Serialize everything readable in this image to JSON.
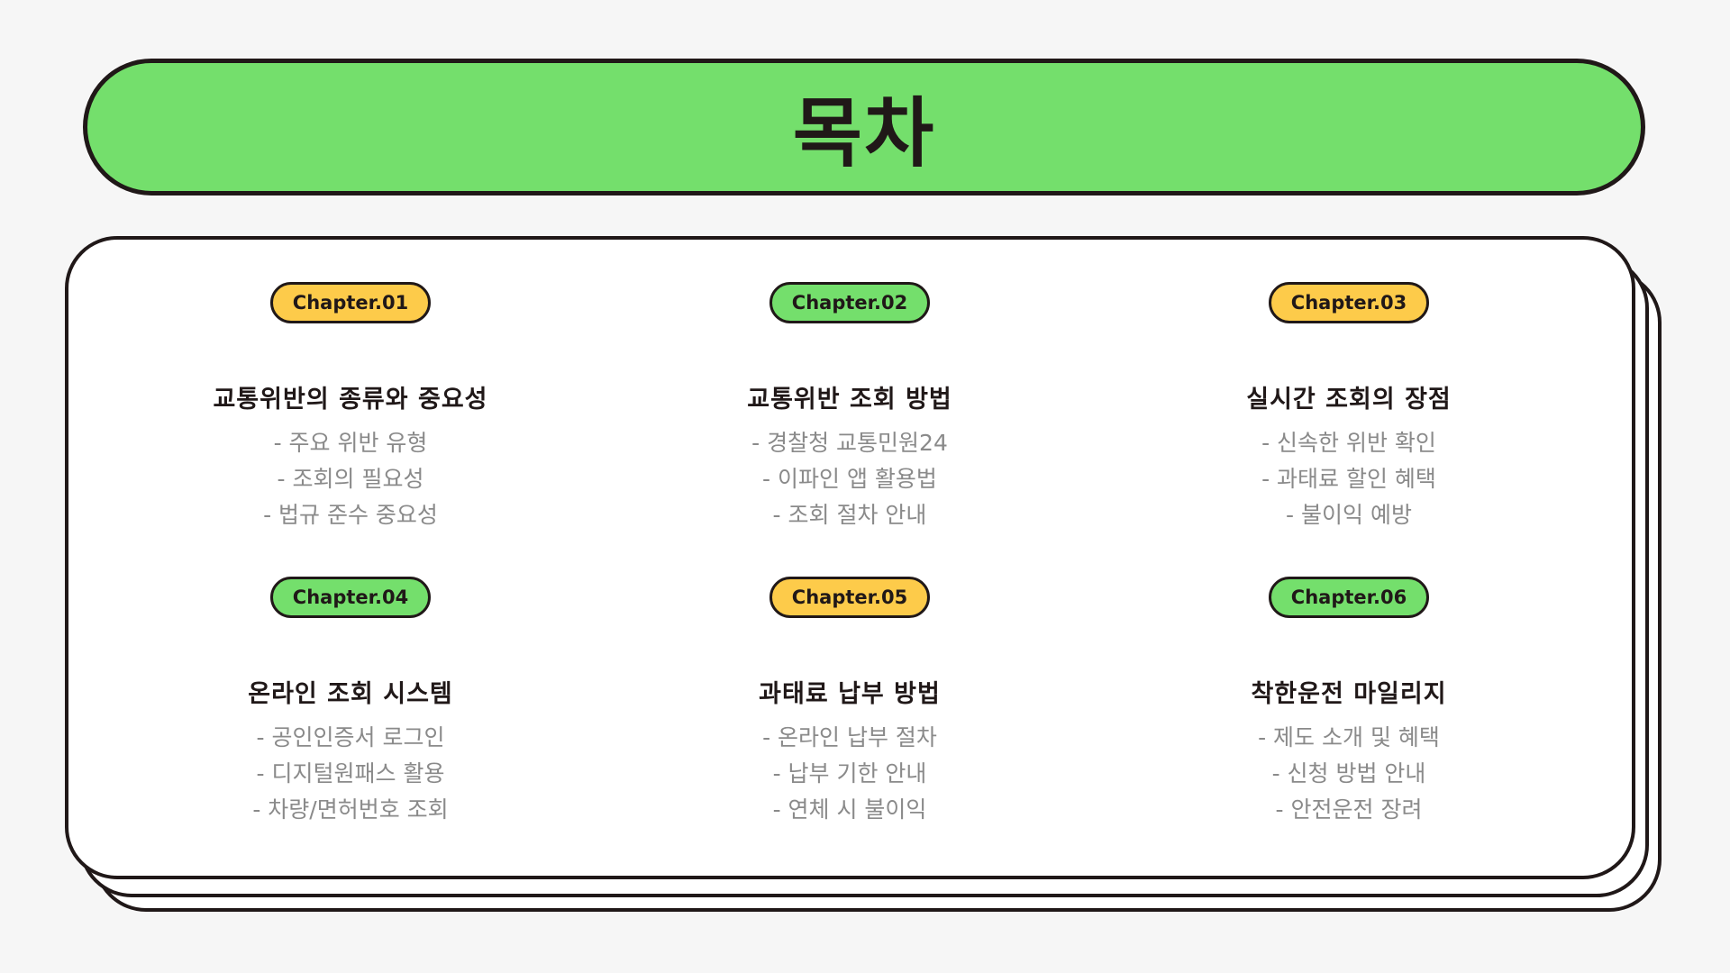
{
  "header": {
    "title": "목차"
  },
  "colors": {
    "banner_green": "#74df6c",
    "badge_yellow": "#fdcb4a",
    "badge_green": "#74df6c",
    "outline": "#201818",
    "item_gray": "#8a8a8a",
    "background": "#f6f6f6"
  },
  "chapters": [
    {
      "badge": "Chapter.01",
      "badge_color": "yellow",
      "title": "교통위반의 종류와 중요성",
      "items": [
        "- 주요 위반 유형",
        "- 조회의 필요성",
        "- 법규 준수 중요성"
      ]
    },
    {
      "badge": "Chapter.02",
      "badge_color": "green",
      "title": "교통위반 조회 방법",
      "items": [
        "- 경찰청 교통민원24",
        "- 이파인 앱 활용법",
        "- 조회 절차 안내"
      ]
    },
    {
      "badge": "Chapter.03",
      "badge_color": "yellow",
      "title": "실시간 조회의 장점",
      "items": [
        "- 신속한 위반 확인",
        "- 과태료 할인 혜택",
        "- 불이익 예방"
      ]
    },
    {
      "badge": "Chapter.04",
      "badge_color": "green",
      "title": "온라인 조회 시스템",
      "items": [
        "- 공인인증서 로그인",
        "- 디지털원패스 활용",
        "- 차량/면허번호 조회"
      ]
    },
    {
      "badge": "Chapter.05",
      "badge_color": "yellow",
      "title": "과태료 납부 방법",
      "items": [
        "- 온라인 납부 절차",
        "- 납부 기한 안내",
        "- 연체 시 불이익"
      ]
    },
    {
      "badge": "Chapter.06",
      "badge_color": "green",
      "title": "착한운전 마일리지",
      "items": [
        "- 제도 소개 및 혜택",
        "- 신청 방법 안내",
        "- 안전운전 장려"
      ]
    }
  ]
}
